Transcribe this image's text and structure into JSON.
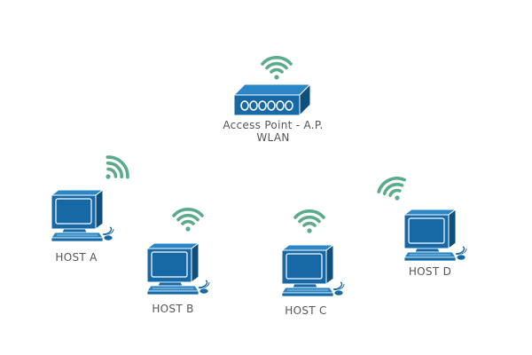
{
  "colors": {
    "device_fill": "#1669a5",
    "device_dark": "#0f4f7d",
    "device_light": "#2a86c4",
    "device_outline": "#ffffff",
    "signal": "#5aab8a",
    "label_text": "#555555"
  },
  "access_point": {
    "label_line1": "Access Point - A.P.",
    "label_line2": "WLAN",
    "icon": "wireless-access-point-icon",
    "signal_icon": "wifi-signal-icon"
  },
  "hosts": [
    {
      "label": "HOST A",
      "icon": "workstation-icon",
      "signal_icon": "wifi-signal-icon"
    },
    {
      "label": "HOST B",
      "icon": "workstation-icon",
      "signal_icon": "wifi-signal-icon"
    },
    {
      "label": "HOST C",
      "icon": "workstation-icon",
      "signal_icon": "wifi-signal-icon"
    },
    {
      "label": "HOST D",
      "icon": "workstation-icon",
      "signal_icon": "wifi-signal-icon"
    }
  ]
}
